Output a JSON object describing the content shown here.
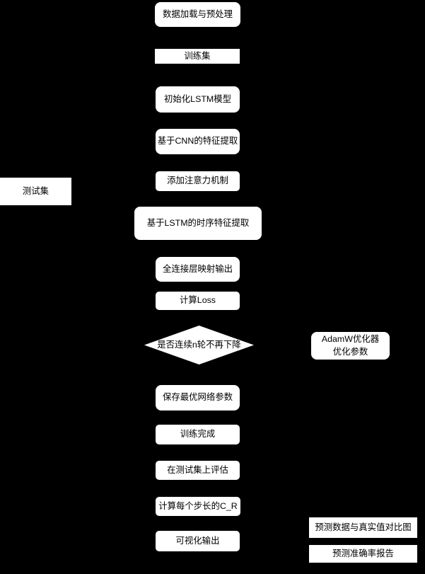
{
  "diagram": {
    "type": "flowchart",
    "direction": "top-down",
    "colors": {
      "background": "#000000",
      "node_fill": "#ffffff",
      "node_text": "#000000"
    },
    "nodes": [
      {
        "id": "data-load",
        "label": "数据加载与预处理",
        "shape": "rounded-rect"
      },
      {
        "id": "training-set",
        "label": "训练集",
        "shape": "rect"
      },
      {
        "id": "init-lstm",
        "label": "初始化LSTM模型",
        "shape": "rounded-rect"
      },
      {
        "id": "cnn-feature",
        "label": "基于CNN的特征提取",
        "shape": "rounded-rect"
      },
      {
        "id": "attention",
        "label": "添加注意力机制",
        "shape": "rounded-rect"
      },
      {
        "id": "test-set",
        "label": "测试集",
        "shape": "rect"
      },
      {
        "id": "lstm-temporal",
        "label": "基于LSTM的时序特征提取",
        "shape": "rounded-rect"
      },
      {
        "id": "fc-output",
        "label": "全连接层映射输出",
        "shape": "rounded-rect"
      },
      {
        "id": "compute-loss",
        "label": "计算Loss",
        "shape": "rounded-rect"
      },
      {
        "id": "early-stop-check",
        "label": "是否连续n轮不再下降",
        "shape": "diamond"
      },
      {
        "id": "adamw-optimizer",
        "label": "AdamW优化器\n优化参数",
        "shape": "rounded-rect"
      },
      {
        "id": "save-best-params",
        "label": "保存最优网络参数",
        "shape": "rounded-rect"
      },
      {
        "id": "training-done",
        "label": "训练完成",
        "shape": "rounded-rect"
      },
      {
        "id": "evaluate-testset",
        "label": "在测试集上评估",
        "shape": "rounded-rect"
      },
      {
        "id": "compute-cr",
        "label": "计算每个步长的C_R",
        "shape": "rounded-rect"
      },
      {
        "id": "visual-output",
        "label": "可视化输出",
        "shape": "rounded-rect"
      },
      {
        "id": "compare-plot",
        "label": "预测数据与真实值对比图",
        "shape": "rect"
      },
      {
        "id": "accuracy-report",
        "label": "预测准确率报告",
        "shape": "rect"
      }
    ]
  }
}
